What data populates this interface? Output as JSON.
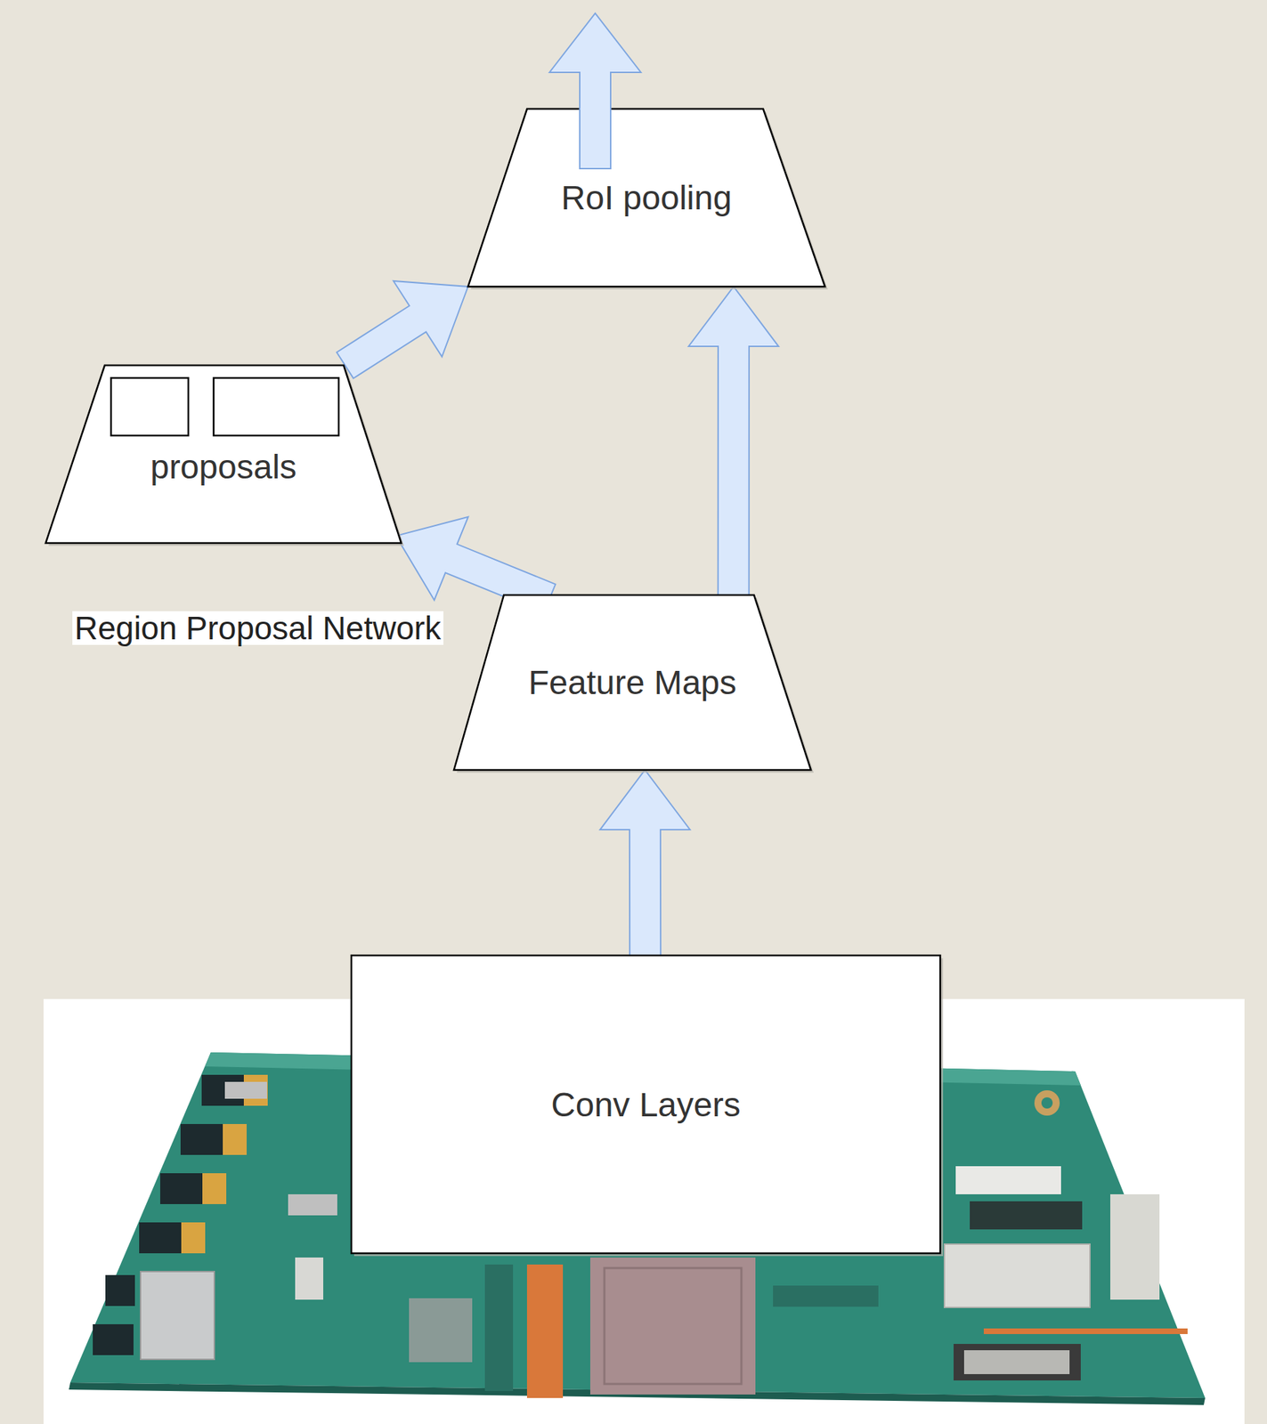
{
  "diagram": {
    "nodes": [
      {
        "text": [
          "RoI pooling"
        ]
      },
      {
        "text": [
          "proposals",
          "Region Proposal Network"
        ]
      },
      {
        "text": [
          "Feature Maps"
        ]
      },
      {
        "text": [
          "Conv Layers"
        ]
      }
    ],
    "edges": [
      {
        "from": 3,
        "to": 2,
        "arrow": "to"
      },
      {
        "from": 2,
        "to": 1,
        "arrow": "to"
      },
      {
        "from": 2,
        "to": 0,
        "arrow": "to"
      },
      {
        "from": 1,
        "to": 0,
        "arrow": "to"
      }
    ]
  }
}
